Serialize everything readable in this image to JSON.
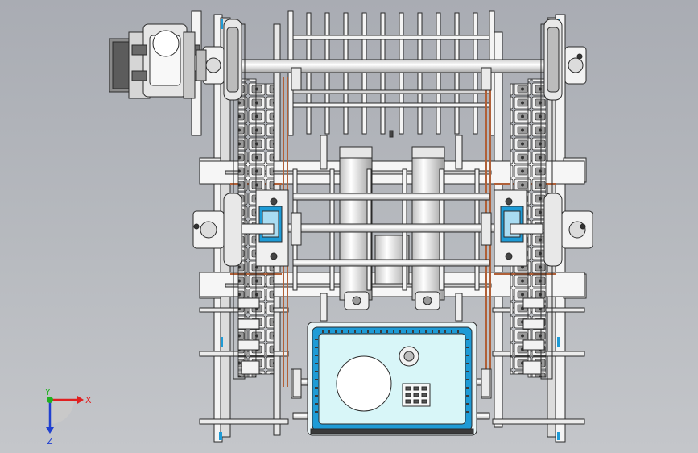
{
  "axis_triad": {
    "x_label": "X",
    "y_label": "Y",
    "z_label": "Z",
    "x_color": "#e02020",
    "y_color": "#20b020",
    "z_color": "#2040d0"
  },
  "colors": {
    "background_top": "#a9acb3",
    "background_bottom": "#c4c6ca",
    "part_light": "#f4f4f4",
    "part_mid": "#d8d8d8",
    "part_dark": "#7a7a7a",
    "edge": "#2a2a2a",
    "accent_blue": "#1e9bd6",
    "accent_cyan": "#d8f6f8",
    "belt_copper": "#b06038"
  }
}
